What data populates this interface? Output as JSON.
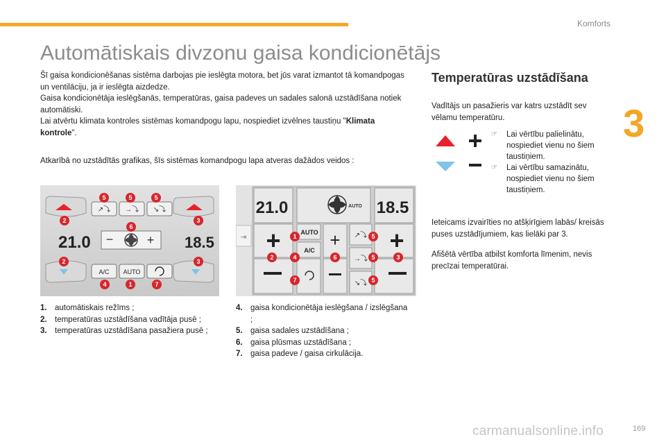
{
  "header": {
    "section": "Komforts",
    "chapter": "3"
  },
  "title": "Automātiskais divzonu gaisa kondicionētājs",
  "intro": {
    "lines": [
      "Šī gaisa kondicionēšanas sistēma darbojas pie ieslēgta motora, bet jūs varat izmantot tā komandpogas un ventilāciju, ja ir ieslēgta aizdedze.",
      "Gaisa kondicionētāja ieslēgšanās, temperatūras, gaisa padeves un sadales salonā uzstādīšana notiek automātiski.",
      "Lai atvērtu klimata kontroles sistēmas komandpogu lapu, nospiediet izvēlnes taustiņu \""
    ],
    "bold": "Klimata kontrole",
    "tail": "\".",
    "second": "Atkarībā no uzstādītās grafikas, šīs sistēmas komandpogu lapa atveras dažādos veidos :"
  },
  "left_panel": {
    "temp_driver": "21.0",
    "temp_passenger": "18.5",
    "buttons": {
      "ac": "A/C",
      "auto": "AUTO"
    },
    "callouts": [
      "2",
      "5",
      "5",
      "5",
      "3",
      "6",
      "2",
      "3",
      "4",
      "1",
      "7"
    ]
  },
  "right_panel": {
    "temp_driver": "21.0",
    "temp_passenger": "18.5",
    "buttons": {
      "auto_top": "AUTO",
      "auto": "AUTO",
      "ac": "A/C"
    },
    "callouts": [
      "1",
      "5",
      "2",
      "4",
      "6",
      "5",
      "3",
      "7",
      "5"
    ]
  },
  "legend_left": [
    {
      "num": "1.",
      "text": "automātiskais režīms ;"
    },
    {
      "num": "2.",
      "text": "temperatūras uzstādīšana vadītāja pusē ;"
    },
    {
      "num": "3.",
      "text": "temperatūras uzstādīšana pasažiera pusē ;"
    }
  ],
  "legend_right": [
    {
      "num": "4.",
      "text": "gaisa kondicionētāja ieslēgšana / izslēgšana ;"
    },
    {
      "num": "5.",
      "text": "gaisa sadales uzstādīšana ;"
    },
    {
      "num": "6.",
      "text": "gaisa plūsmas uzstādīšana ;"
    },
    {
      "num": "7.",
      "text": "gaisa padeve / gaisa cirkulācija."
    }
  ],
  "temperature": {
    "title": "Temperatūras uzstādīšana",
    "p1": "Vadītājs un pasažieris var katrs uzstādīt sev vēlamu temperatūru.",
    "bullets": [
      "Lai vērtību palielinātu, nospiediet vienu no šiem taustiņiem.",
      "Lai vērtību samazinātu, nospiediet vienu no šiem taustiņiem."
    ],
    "p2": "Ieteicams izvairīties no atšķirīgiem labās/ kreisās puses uzstādījumiem, kas lielāki par 3.",
    "p3": "Afišētā vērtība atbilst komforta līmenim, nevis precīzai temperatūrai."
  },
  "page_number": "169",
  "watermark": "carmanualsonline.info",
  "colors": {
    "accent": "#f5a623",
    "callout": "#d7262d",
    "up_arrow": "#e8212b",
    "down_arrow": "#7fc3e8"
  }
}
